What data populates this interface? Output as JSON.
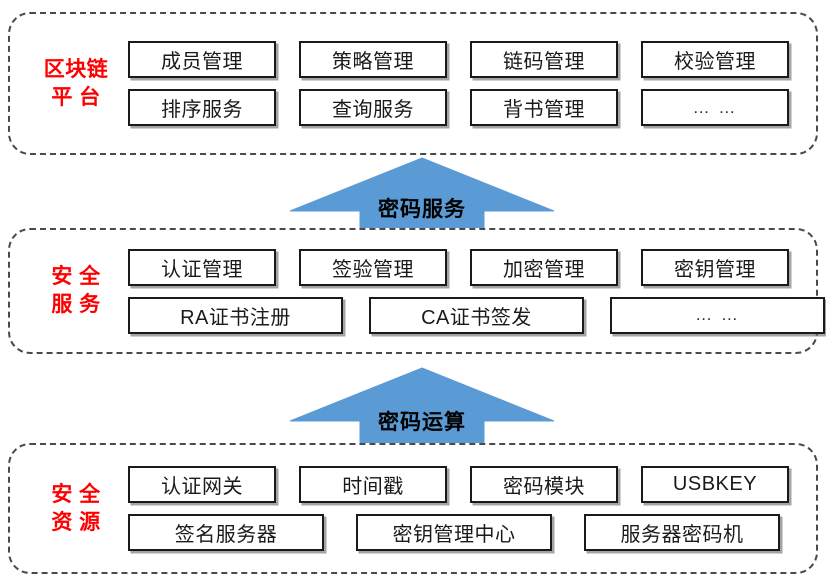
{
  "diagram": {
    "accent_blue": "#5b9bd5",
    "accent_blue_stroke": "#4a8cc7",
    "label_red": "#ff0000",
    "box_border": "#1a1a1a",
    "panel_border": "#4a4a4a",
    "layers": [
      {
        "id": "platform",
        "title_line1": "区块链",
        "title_line2": "平  台",
        "rows": [
          [
            "成员管理",
            "策略管理",
            "链码管理",
            "校验管理"
          ],
          [
            "排序服务",
            "查询服务",
            "背书管理",
            "… …"
          ]
        ]
      },
      {
        "id": "service",
        "title_line1": "安  全",
        "title_line2": "服  务",
        "rows": [
          [
            "认证管理",
            "签验管理",
            "加密管理",
            "密钥管理"
          ],
          [
            "RA证书注册",
            "CA证书签发",
            "… …"
          ]
        ]
      },
      {
        "id": "resource",
        "title_line1": "安  全",
        "title_line2": "资  源",
        "rows": [
          [
            "认证网关",
            "时间戳",
            "密码模块",
            "USBKEY"
          ],
          [
            "签名服务器",
            "密钥管理中心",
            "服务器密码机"
          ]
        ]
      }
    ],
    "arrows": [
      {
        "id": "crypto-service",
        "label": "密码服务",
        "direction": "up"
      },
      {
        "id": "crypto-op",
        "label": "密码运算",
        "direction": "up"
      }
    ]
  }
}
